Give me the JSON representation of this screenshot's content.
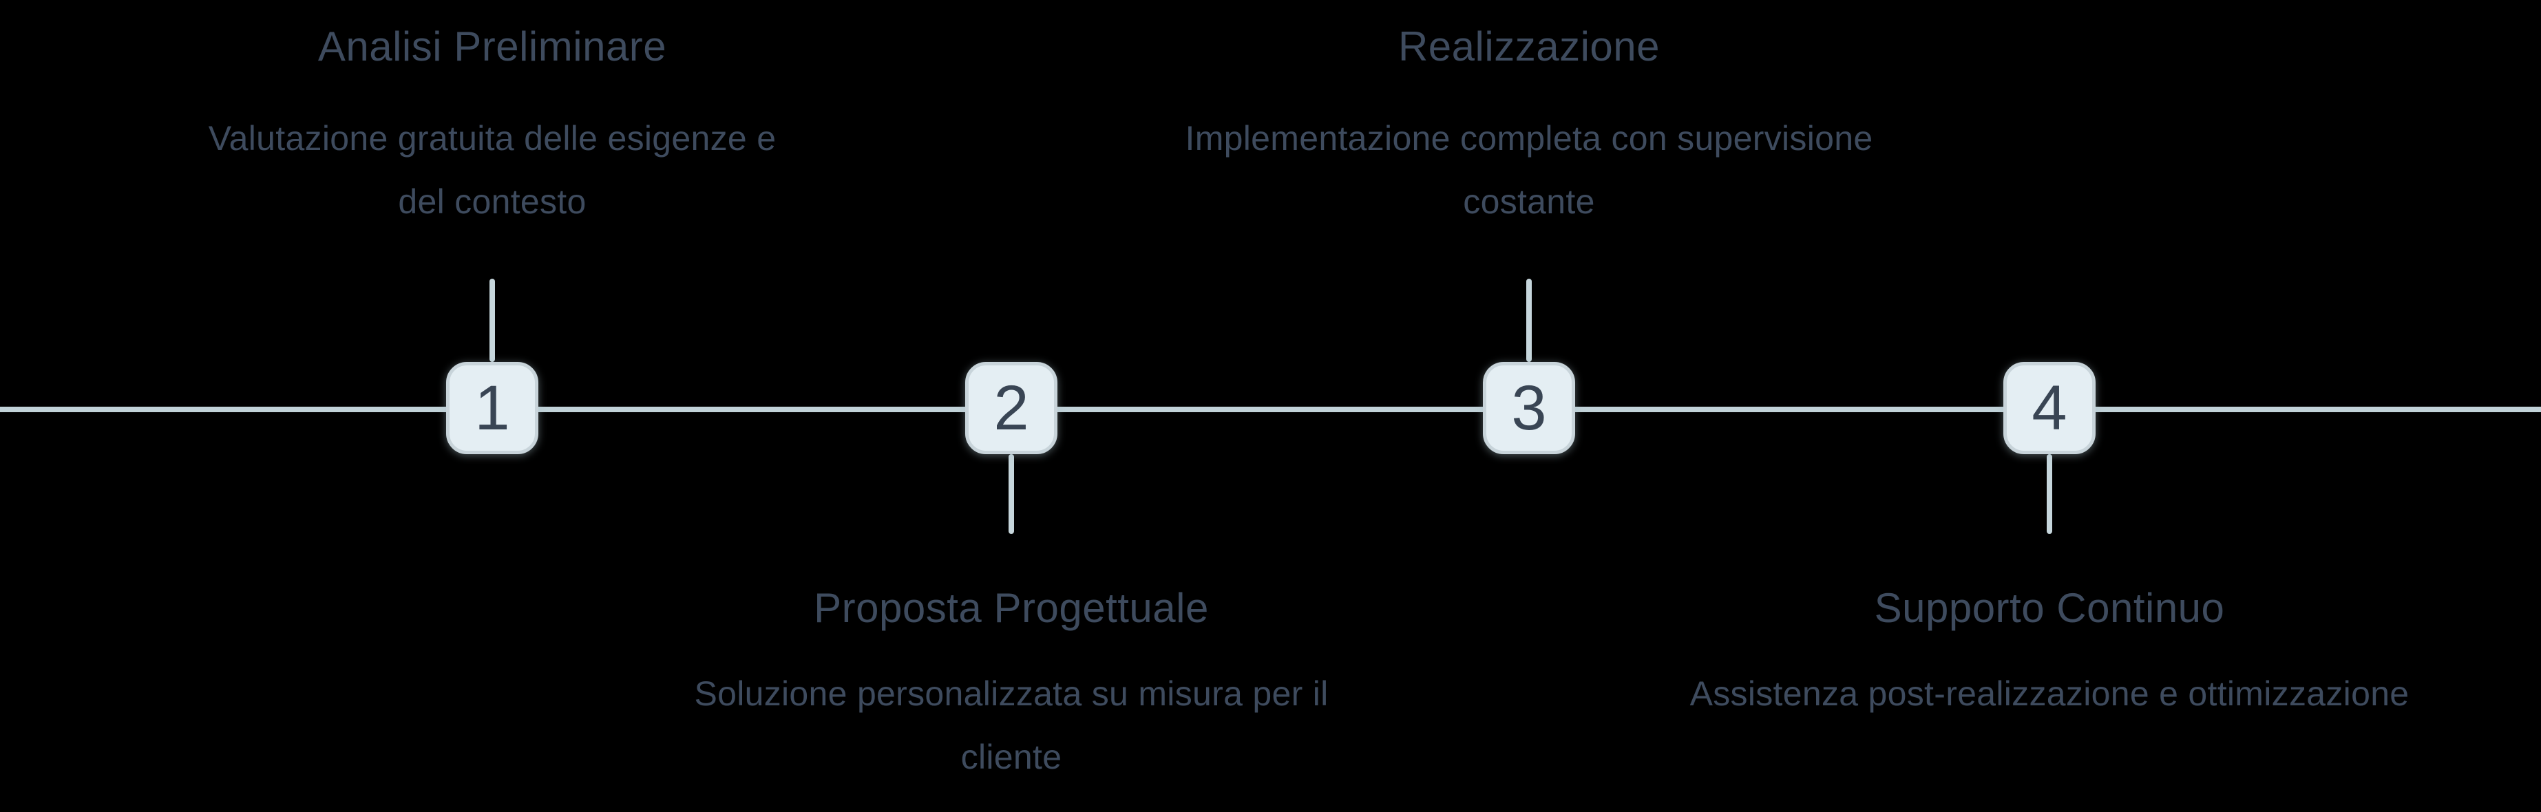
{
  "diagram": {
    "type": "process-timeline",
    "colors": {
      "background": "#000000",
      "line": "#c1d2d8",
      "connector": "#c6d6dc",
      "box_fill": "#e4eef3",
      "box_border": "#c8d4da",
      "number_text": "#394554",
      "title_text": "#3e4b5e",
      "subtitle_text": "#3e4b5e"
    },
    "steps": [
      {
        "number": "1",
        "title": "Analisi Preliminare",
        "subtitle": "Valutazione gratuita delle esigenze e\ndel contesto"
      },
      {
        "number": "2",
        "title": "Proposta Progettuale",
        "subtitle": "Soluzione personalizzata su misura per il\ncliente"
      },
      {
        "number": "3",
        "title": "Realizzazione",
        "subtitle": "Implementazione completa con supervisione\ncostante"
      },
      {
        "number": "4",
        "title": "Supporto Continuo",
        "subtitle": "Assistenza post-realizzazione e ottimizzazione"
      }
    ]
  }
}
